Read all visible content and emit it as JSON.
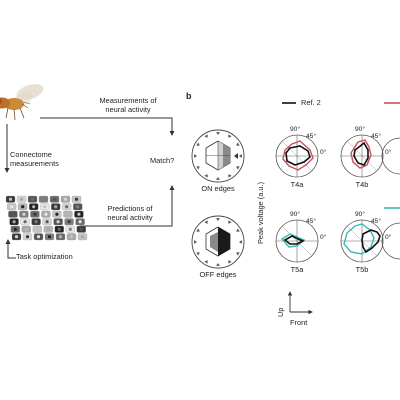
{
  "figure": {
    "left_flow": {
      "connectome_label_line1": "Connectome",
      "connectome_label_line2": "measurements",
      "task_optimization_label": "Task optimization",
      "measurements_label_line1": "Measurements of",
      "measurements_label_line2": "neural activity",
      "predictions_label_line1": "Predictions of",
      "predictions_label_line2": "neural activity",
      "match_label": "Match?"
    },
    "panel_b": {
      "panel_letter": "b",
      "stimulus_on_label": "ON edges",
      "stimulus_off_label": "OFF edges",
      "legend_ref_label": "Ref. 2",
      "y_axis_label": "Peak voltage (a.u.)",
      "orientation_up": "Up",
      "orientation_front": "Front",
      "angle_labels": {
        "a90": "90°",
        "a45": "45°",
        "a0": "0°"
      },
      "cells": [
        {
          "name": "T4a"
        },
        {
          "name": "T4b"
        },
        {
          "name": "T5a"
        },
        {
          "name": "T5b"
        }
      ]
    },
    "colors": {
      "ref_line": "#111111",
      "model_on": "#c8505a",
      "model_off": "#3bb9b4",
      "stimulus_grey": "#9a9a9a",
      "arrow_color": "#333333"
    }
  }
}
